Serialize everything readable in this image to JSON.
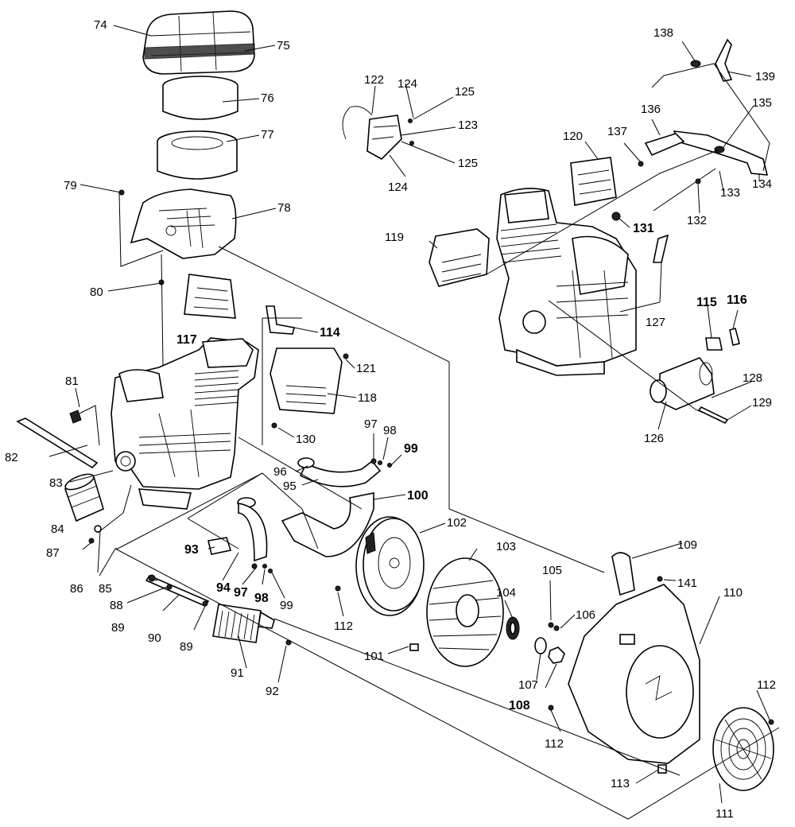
{
  "labels": {
    "74": "74",
    "75": "75",
    "76": "76",
    "77": "77",
    "78": "78",
    "79": "79",
    "80": "80",
    "81": "81",
    "82": "82",
    "83": "83",
    "84": "84",
    "85": "85",
    "86": "86",
    "87": "87",
    "88": "88",
    "89a": "89",
    "89b": "89",
    "90": "90",
    "91": "91",
    "92": "92",
    "93": "93",
    "94": "94",
    "95": "95",
    "96": "96",
    "97a": "97",
    "97b": "97",
    "98a": "98",
    "98b": "98",
    "99a": "99",
    "99b": "99",
    "100": "100",
    "101": "101",
    "102": "102",
    "103": "103",
    "104": "104",
    "105": "105",
    "106": "106",
    "107": "107",
    "108": "108",
    "109": "109",
    "110": "110",
    "111": "111",
    "112a": "112",
    "112b": "112",
    "112c": "112",
    "113": "113",
    "114": "114",
    "115": "115",
    "116": "116",
    "117": "117",
    "118": "118",
    "119": "119",
    "120": "120",
    "121": "121",
    "122": "122",
    "123": "123",
    "124a": "124",
    "124b": "124",
    "125a": "125",
    "125b": "125",
    "126": "126",
    "127": "127",
    "128": "128",
    "129": "129",
    "130": "130",
    "131": "131",
    "132": "132",
    "133": "133",
    "134": "134",
    "135": "135",
    "136": "136",
    "137": "137",
    "138": "138",
    "139": "139",
    "141": "141"
  }
}
